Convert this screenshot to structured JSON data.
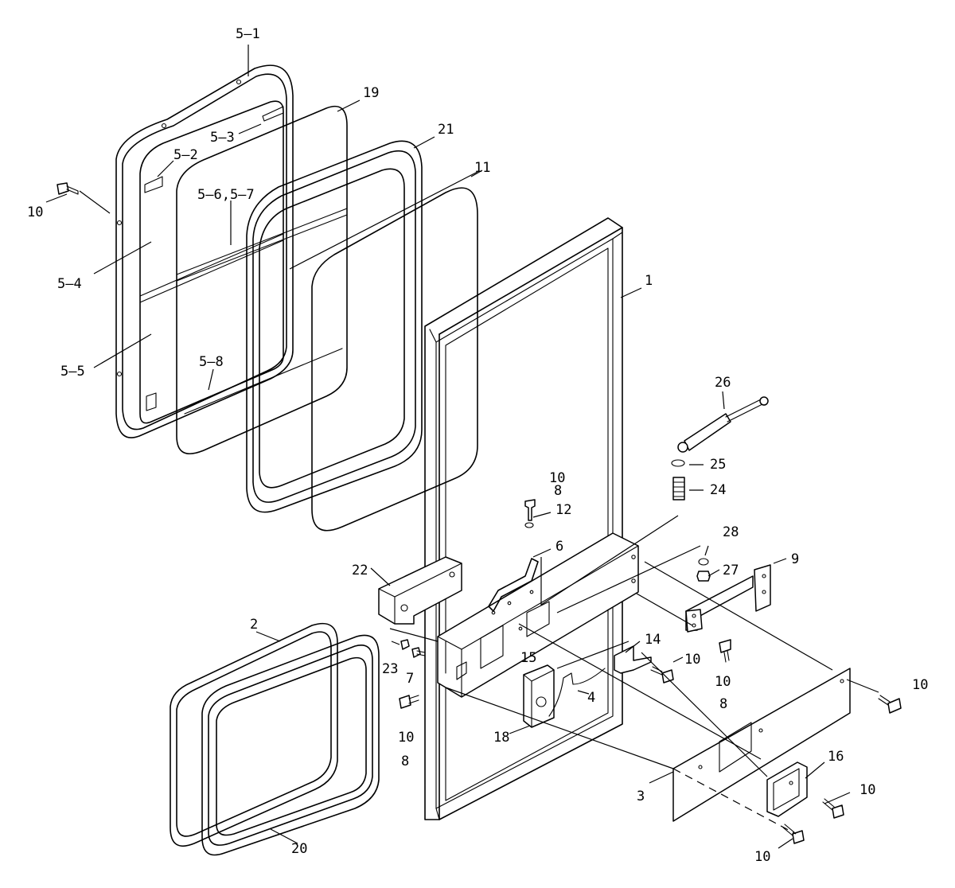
{
  "callouts": [
    {
      "name": "callout-5-1",
      "text": "5–1"
    },
    {
      "name": "callout-19",
      "text": "19"
    },
    {
      "name": "callout-5-3",
      "text": "5–3"
    },
    {
      "name": "callout-21",
      "text": "21"
    },
    {
      "name": "callout-5-2",
      "text": "5–2"
    },
    {
      "name": "callout-11",
      "text": "11"
    },
    {
      "name": "callout-10-top-left",
      "text": "10"
    },
    {
      "name": "callout-5-6-5-7",
      "text": "5–6,5–7"
    },
    {
      "name": "callout-5-4",
      "text": "5–4"
    },
    {
      "name": "callout-1",
      "text": "1"
    },
    {
      "name": "callout-5-5",
      "text": "5–5"
    },
    {
      "name": "callout-5-8",
      "text": "5–8"
    },
    {
      "name": "callout-26",
      "text": "26"
    },
    {
      "name": "callout-25",
      "text": "25"
    },
    {
      "name": "callout-10-screw-12",
      "text": "10"
    },
    {
      "name": "callout-8-screw-12",
      "text": "8"
    },
    {
      "name": "callout-24",
      "text": "24"
    },
    {
      "name": "callout-12",
      "text": "12"
    },
    {
      "name": "callout-28",
      "text": "28"
    },
    {
      "name": "callout-6",
      "text": "6"
    },
    {
      "name": "callout-9",
      "text": "9"
    },
    {
      "name": "callout-27",
      "text": "27"
    },
    {
      "name": "callout-22",
      "text": "22"
    },
    {
      "name": "callout-2",
      "text": "2"
    },
    {
      "name": "callout-14",
      "text": "14"
    },
    {
      "name": "callout-15",
      "text": "15"
    },
    {
      "name": "callout-10-part-14",
      "text": "10"
    },
    {
      "name": "callout-10-part-9",
      "text": "10"
    },
    {
      "name": "callout-23",
      "text": "23"
    },
    {
      "name": "callout-7",
      "text": "7"
    },
    {
      "name": "callout-10-right",
      "text": "10"
    },
    {
      "name": "callout-4",
      "text": "4"
    },
    {
      "name": "callout-8-part-9",
      "text": "8"
    },
    {
      "name": "callout-10-bottom-left",
      "text": "10"
    },
    {
      "name": "callout-18",
      "text": "18"
    },
    {
      "name": "callout-8-bottom-left",
      "text": "8"
    },
    {
      "name": "callout-16",
      "text": "16"
    },
    {
      "name": "callout-3",
      "text": "3"
    },
    {
      "name": "callout-10-part-16",
      "text": "10"
    },
    {
      "name": "callout-20",
      "text": "20"
    },
    {
      "name": "callout-10-bottom",
      "text": "10"
    }
  ]
}
